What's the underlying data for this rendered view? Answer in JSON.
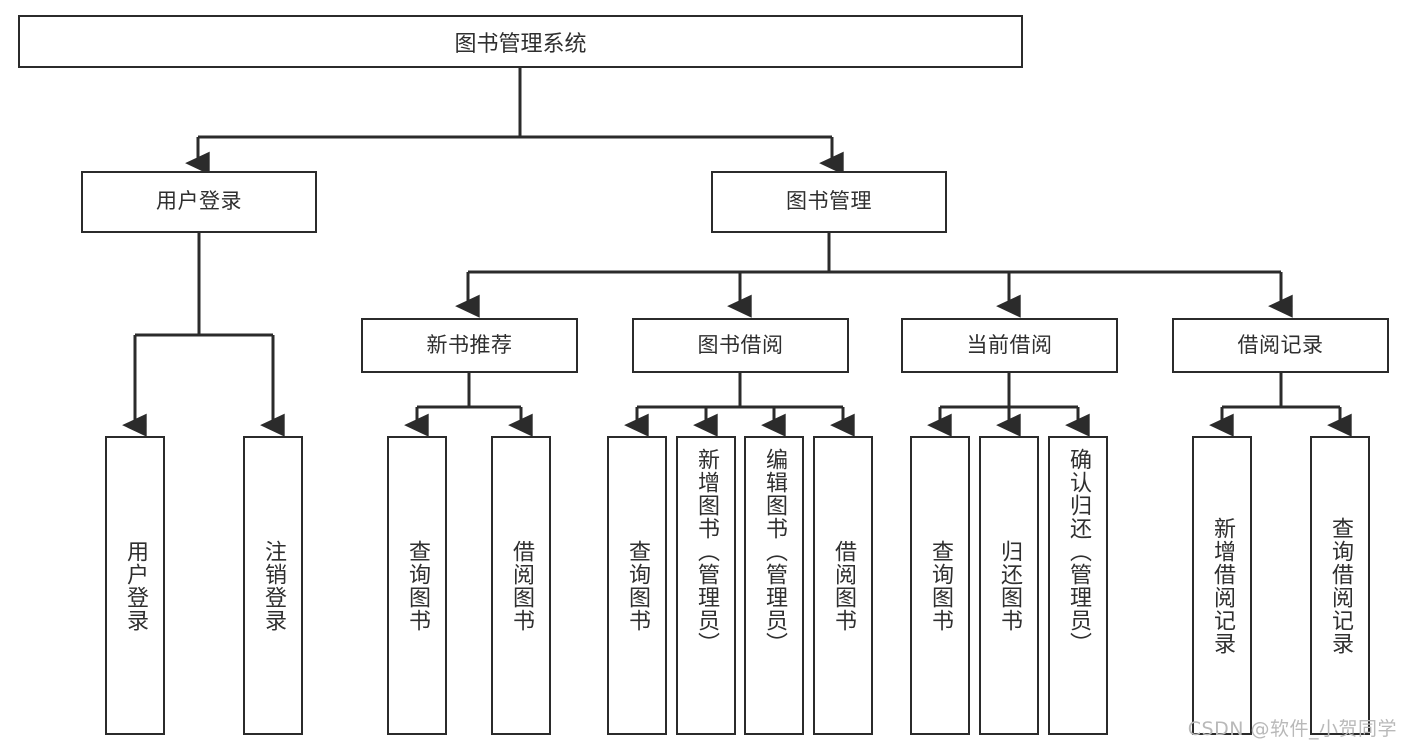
{
  "diagram": {
    "type": "tree",
    "title": "图书管理系统",
    "watermark": "CSDN @软件_小贺同学",
    "stroke_color": "#2b2b2b",
    "text_color": "#2f2f2f",
    "background": "#ffffff",
    "nodes": {
      "root": {
        "label": "图书管理系统"
      },
      "level2": [
        {
          "label": "用户登录"
        },
        {
          "label": "图书管理"
        }
      ],
      "level3": [
        {
          "label": "新书推荐"
        },
        {
          "label": "图书借阅"
        },
        {
          "label": "当前借阅"
        },
        {
          "label": "借阅记录"
        }
      ],
      "leaves": {
        "user_login": [
          {
            "label": "用户登录"
          },
          {
            "label": "注销登录"
          }
        ],
        "new_book": [
          {
            "label": "查询图书"
          },
          {
            "label": "借阅图书"
          }
        ],
        "borrow_book": [
          {
            "label": "查询图书"
          },
          {
            "label": "新增图书（管理员）"
          },
          {
            "label": "编辑图书（管理员）"
          },
          {
            "label": "借阅图书"
          }
        ],
        "current_borrow": [
          {
            "label": "查询图书"
          },
          {
            "label": "归还图书"
          },
          {
            "label": "确认归还（管理员）"
          }
        ],
        "borrow_record": [
          {
            "label": "新增借阅记录"
          },
          {
            "label": "查询借阅记录"
          }
        ]
      }
    }
  }
}
